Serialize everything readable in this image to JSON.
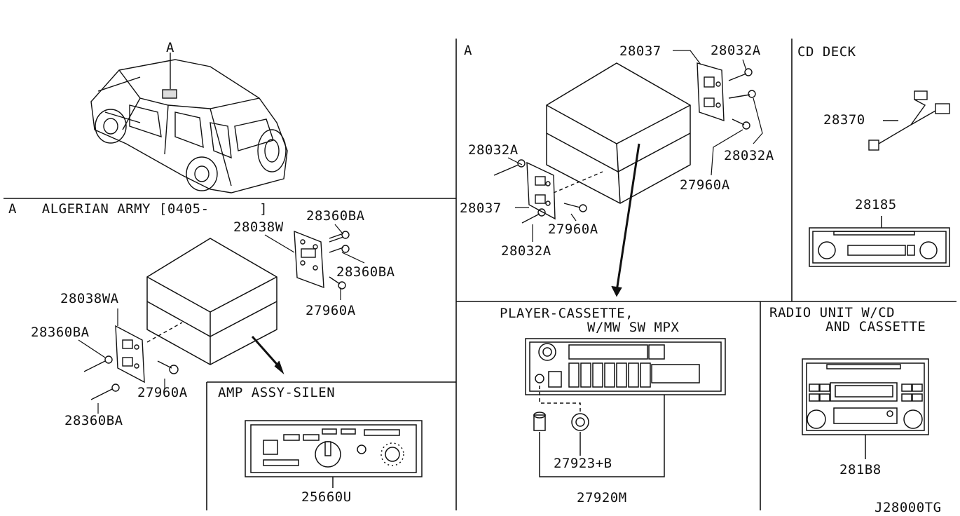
{
  "diagram_id": "J28000TG",
  "vehicle": {
    "callout": "A"
  },
  "algerian": {
    "title": "A   ALGERIAN ARMY [0405-      ]",
    "parts": {
      "bracket_right": "28038W",
      "screw_top": "28360BA",
      "screw_mid": "28360BA",
      "bolt_right": "27960A",
      "bracket_left": "28038WA",
      "screw_left_top": "28360BA",
      "bolt_left": "27960A",
      "screw_left_bottom": "28360BA"
    }
  },
  "amp": {
    "title": "AMP ASSY-SILEN",
    "part": "25660U"
  },
  "section_a": {
    "title": "A",
    "parts": {
      "bracket_top": "28037",
      "screw_top": "28032A",
      "screw_right": "28032A",
      "bolt_right": "27960A",
      "screw_left": "28032A",
      "bracket_left": "28037",
      "bolt_left": "27960A",
      "screw_bottom": "28032A"
    }
  },
  "cd_deck": {
    "title": "CD DECK",
    "harness": "28370",
    "unit": "28185"
  },
  "cassette": {
    "title_line1": "PLAYER-CASSETTE,",
    "title_line2": "W/MW SW MPX",
    "knob_part": "27923+B",
    "assembly_part": "27920M"
  },
  "radio_cd": {
    "title_line1": "RADIO UNIT W/CD",
    "title_line2": "AND CASSETTE",
    "part": "281B8"
  }
}
